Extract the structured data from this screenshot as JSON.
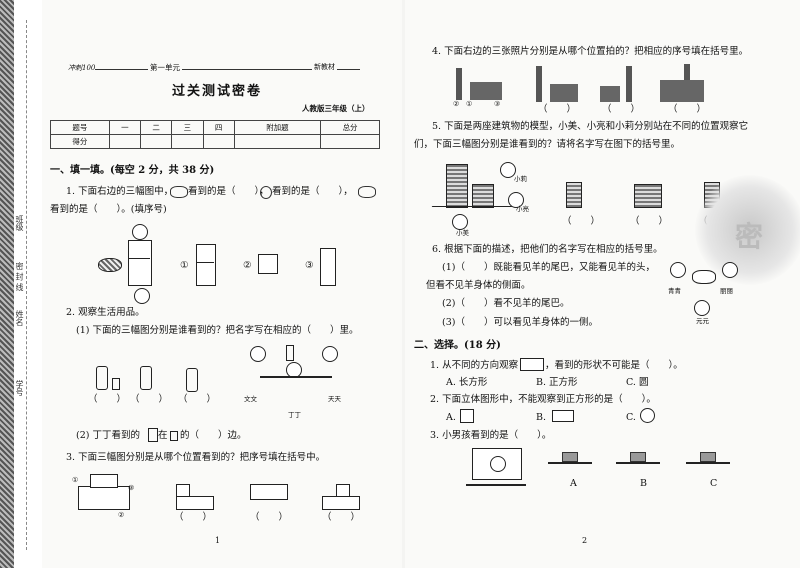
{
  "header": {
    "logo": "冲刺100",
    "unit": "第一单元",
    "edition": "新教材",
    "title": "过关测试密卷",
    "grade": "人教版三年级（上）"
  },
  "score_table": {
    "row1": [
      "题号",
      "一",
      "二",
      "三",
      "四",
      "附加题",
      "总分"
    ],
    "row2": [
      "得分",
      "",
      "",
      "",
      "",
      "",
      ""
    ]
  },
  "binding": {
    "labels": [
      "班级",
      "姓名",
      "学号"
    ],
    "seal": "密 封 线"
  },
  "section1": {
    "title": "一、填一填。(每空 2 分，共 38 分)",
    "q1": {
      "text_a": "1. 下面右边的三幅图中，",
      "text_b": "看到的是（　　），",
      "text_c": "看到的是（　　），",
      "text_d": "看到的是（　　）。(填序号)",
      "options": [
        "①",
        "②",
        "③"
      ]
    },
    "q2": {
      "title": "2. 观察生活用品。",
      "sub1": "(1) 下面的三幅图分别是谁看到的？把名字写在相应的（　　）里。",
      "paren": "（　　）",
      "names": [
        "文文",
        "丁丁",
        "天天"
      ],
      "sub2": "(2) 丁丁看到的",
      "sub2b": "在",
      "sub2c": "的（　　）边。"
    },
    "q3": {
      "text": "3. 下面三幅图分别是从哪个位置看到的？把序号填在括号中。",
      "marks": [
        "①",
        "②",
        "③"
      ],
      "paren": "（　　）"
    }
  },
  "page_numbers": [
    "1",
    "2"
  ],
  "right": {
    "q4": {
      "text": "4. 下面右边的三张照片分别是从哪个位置拍的？把相应的序号填在括号里。",
      "marks": [
        "①",
        "②",
        "③"
      ],
      "paren": "（　　）"
    },
    "q5": {
      "text1": "5. 下面是两座建筑物的模型，小美、小亮和小莉分别站在不同的位置观察它",
      "text2": "们，下面三幅图分别是谁看到的？请将名字写在图下的括号里。",
      "names": [
        "小莉",
        "小亮",
        "小美"
      ],
      "paren": "（　　）"
    },
    "q6": {
      "text": "6. 根据下面的描述，把他们的名字写在相应的括号里。",
      "l1": "(1)（　　）既能看见羊的尾巴，又能看见羊的头，",
      "l1b": "但看不见羊身体的侧面。",
      "l2": "(2)（　　）看不见羊的尾巴。",
      "l3": "(3)（　　）可以看见羊身体的一侧。",
      "names": [
        "青青",
        "丽丽",
        "元元"
      ]
    },
    "section2": {
      "title": "二、选择。(18 分)"
    },
    "c1": {
      "text_a": "1. 从不同的方向观察",
      "text_b": "，看到的形状不可能是（　　）。",
      "options": [
        "A. 长方形",
        "B. 正方形",
        "C. 圆"
      ]
    },
    "c2": {
      "text": "2. 下面立体图形中，不能观察到正方形的是（　　）。",
      "options": [
        "A.",
        "B.",
        "C."
      ]
    },
    "c3": {
      "text": "3. 小男孩看到的是（　　）。",
      "options": [
        "A",
        "B",
        "C"
      ]
    },
    "stamp": "密"
  }
}
